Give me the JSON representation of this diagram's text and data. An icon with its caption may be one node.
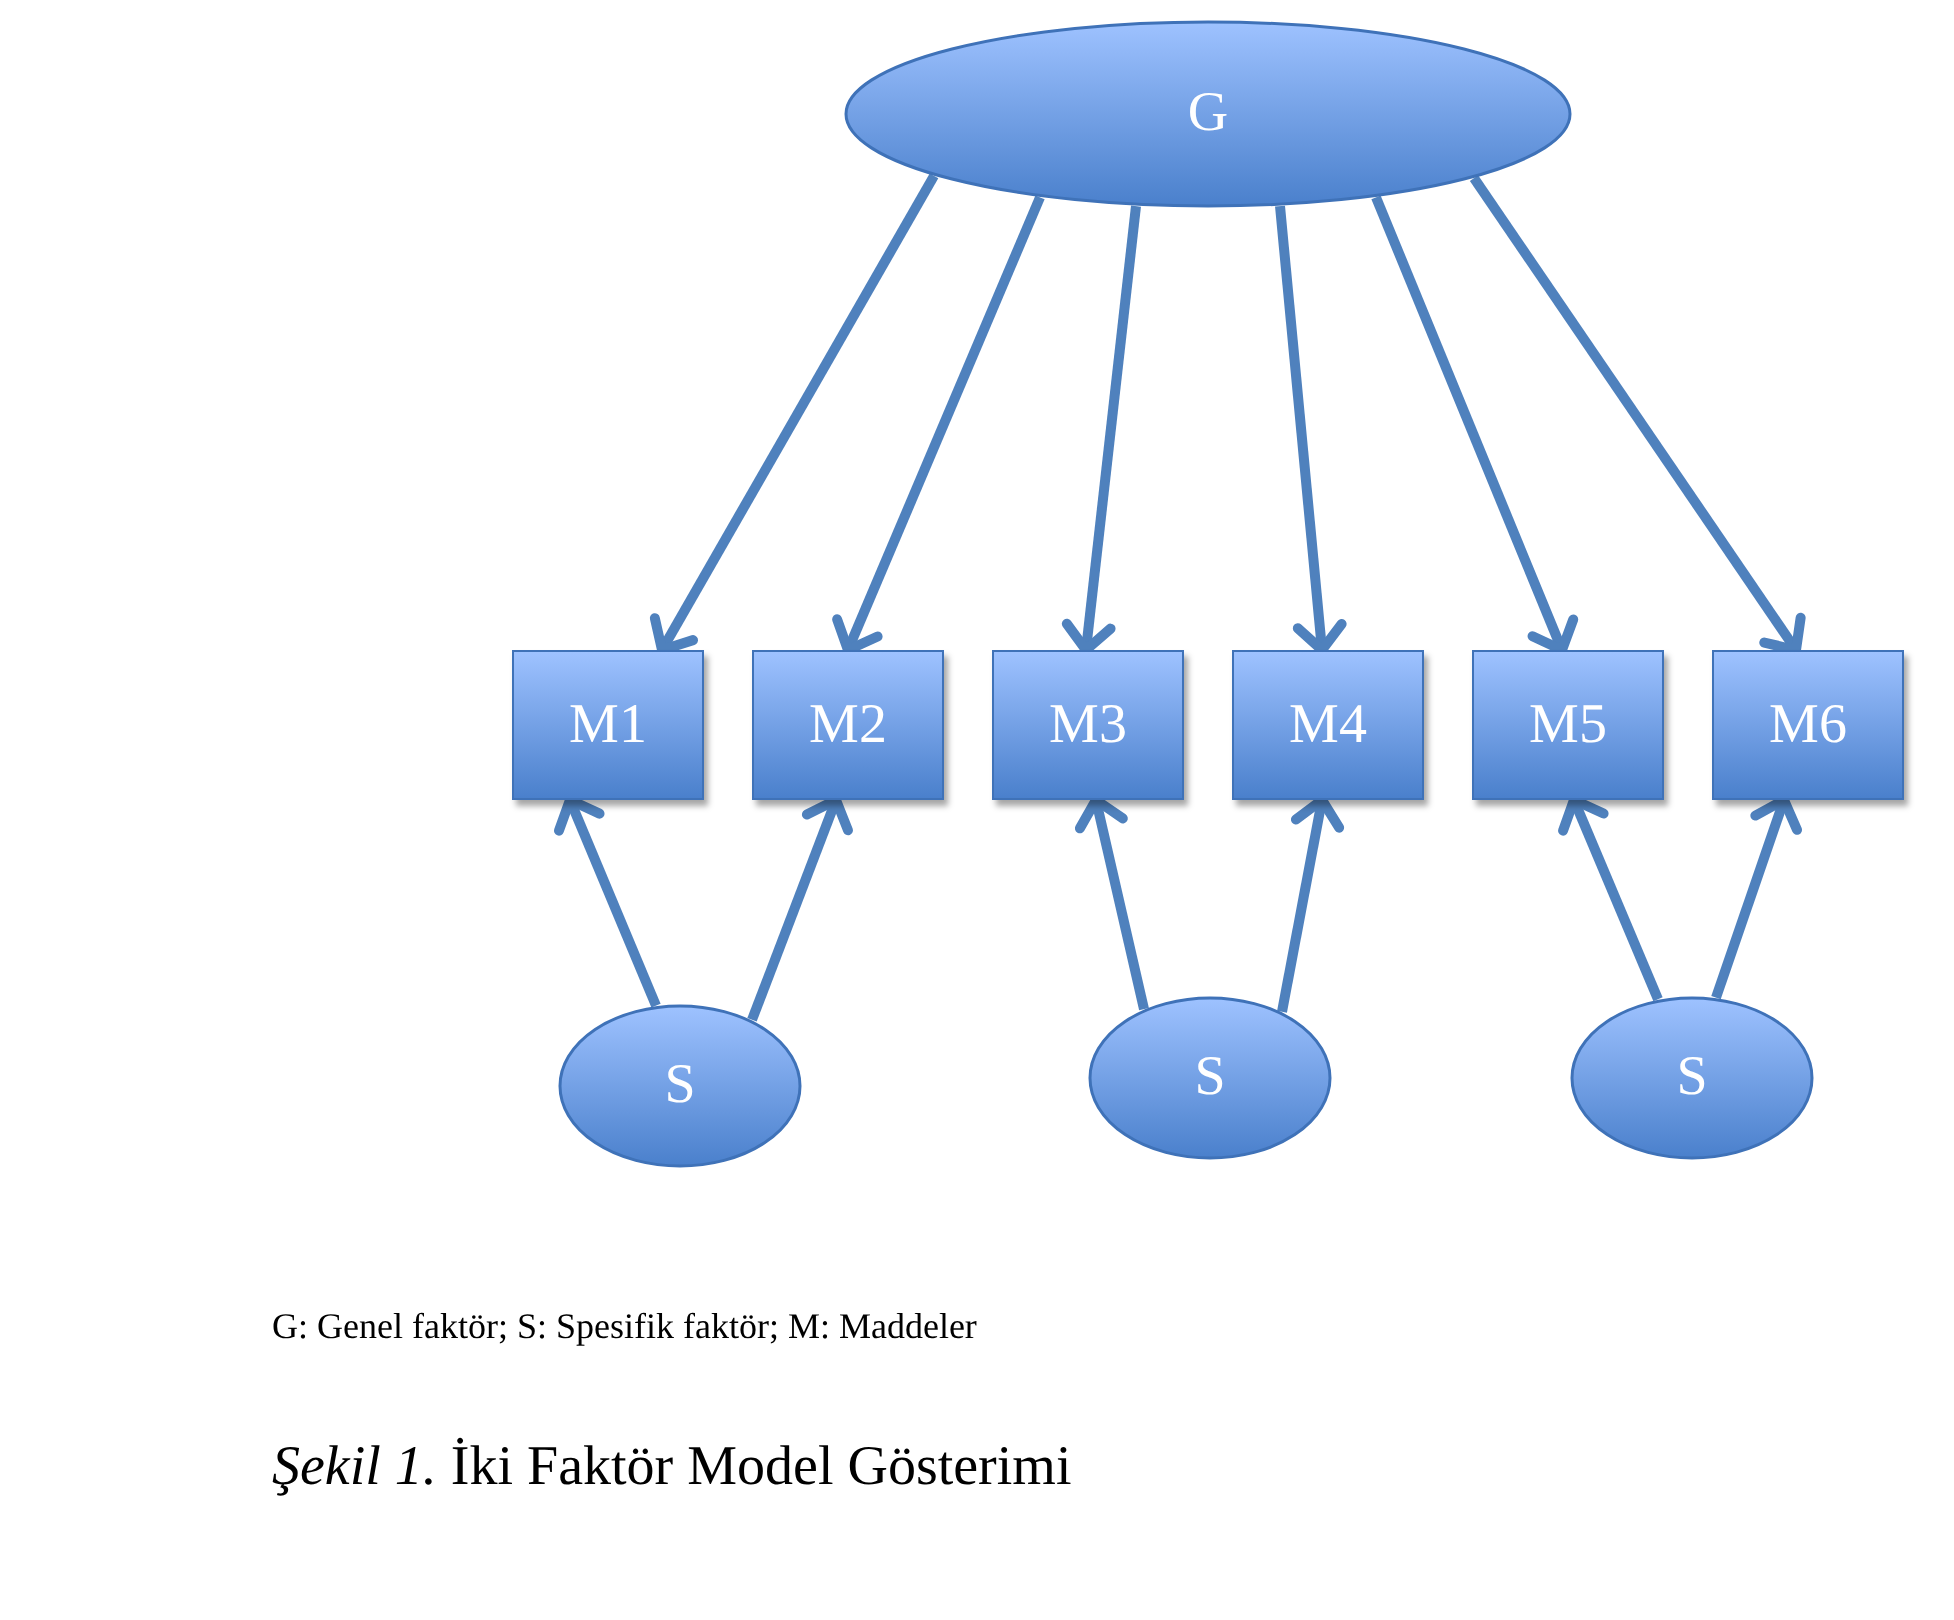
{
  "diagram": {
    "caption": "*Şekil 1.* İki Faktör Model Gösterimi",
    "nodes": [
      {
        "text": [
          "G"
        ]
      },
      {
        "text": [
          "M1"
        ]
      },
      {
        "text": [
          "M2"
        ]
      },
      {
        "text": [
          "M3"
        ]
      },
      {
        "text": [
          "M4"
        ]
      },
      {
        "text": [
          "M5"
        ]
      },
      {
        "text": [
          "M6"
        ]
      },
      {
        "text": [
          "S"
        ]
      },
      {
        "text": [
          "S"
        ]
      },
      {
        "text": [
          "S"
        ]
      }
    ],
    "edges": [
      {
        "from": 0,
        "to": 1,
        "arrow": "to"
      },
      {
        "from": 0,
        "to": 2,
        "arrow": "to"
      },
      {
        "from": 0,
        "to": 3,
        "arrow": "to"
      },
      {
        "from": 0,
        "to": 4,
        "arrow": "to"
      },
      {
        "from": 0,
        "to": 5,
        "arrow": "to"
      },
      {
        "from": 0,
        "to": 6,
        "arrow": "to"
      },
      {
        "from": 7,
        "to": 1,
        "arrow": "to"
      },
      {
        "from": 7,
        "to": 2,
        "arrow": "to"
      },
      {
        "from": 8,
        "to": 3,
        "arrow": "to"
      },
      {
        "from": 8,
        "to": 4,
        "arrow": "to"
      },
      {
        "from": 9,
        "to": 5,
        "arrow": "to"
      },
      {
        "from": 9,
        "to": 6,
        "arrow": "to"
      }
    ],
    "labels": [
      "G: Genel faktör; S: Spesifik faktör; M: Maddeler"
    ]
  }
}
